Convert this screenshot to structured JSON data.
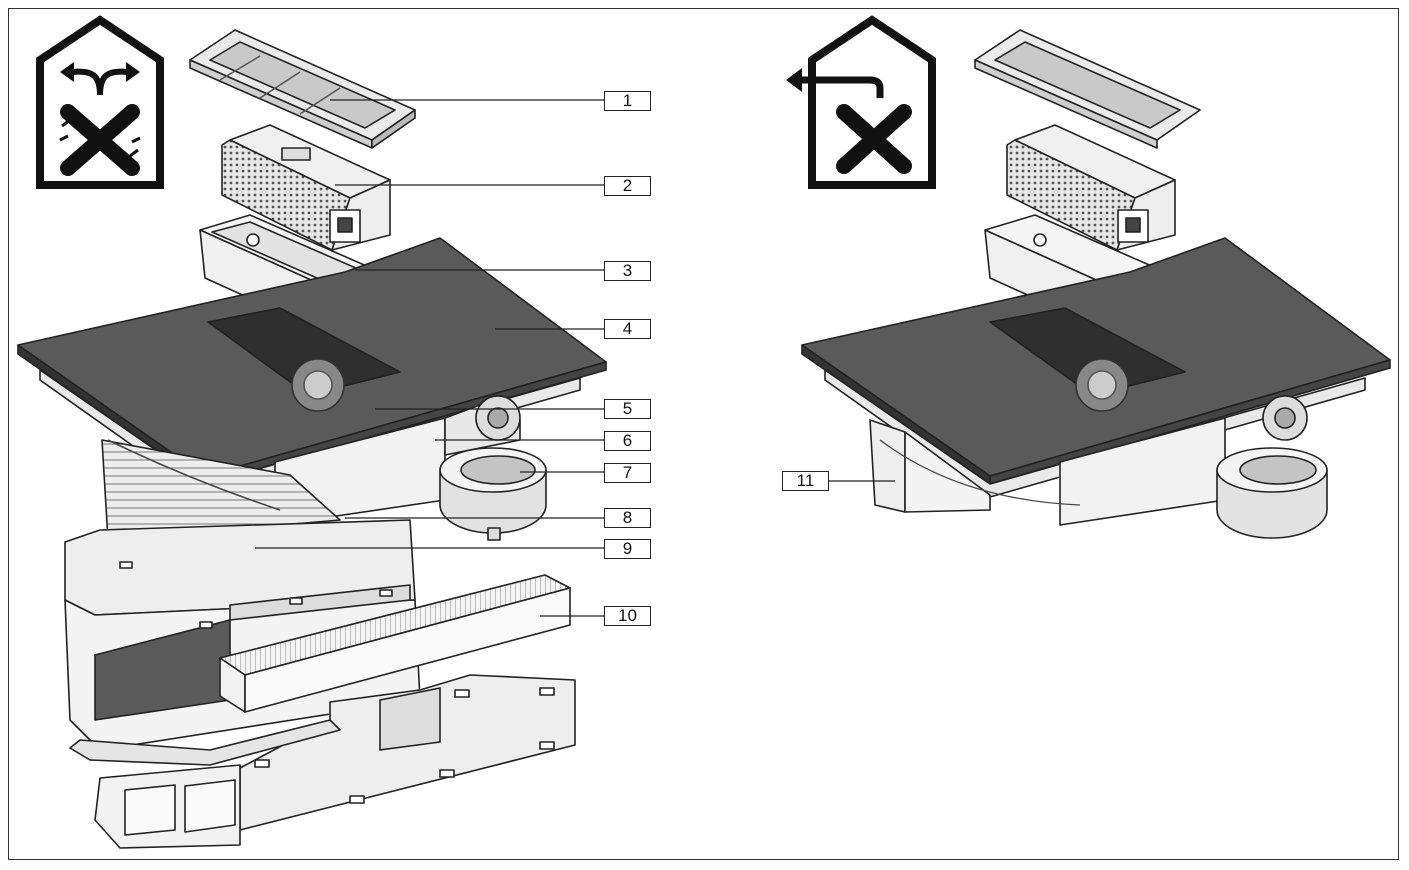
{
  "callouts": {
    "c1": "1",
    "c2": "2",
    "c3": "3",
    "c4": "4",
    "c5": "5",
    "c6": "6",
    "c7": "7",
    "c8": "8",
    "c9": "9",
    "c10": "10",
    "c11": "11"
  },
  "icons": {
    "left": "recirculation-not-allowed-icon",
    "right": "exhaust-not-allowed-icon"
  },
  "colors": {
    "line": "#222222",
    "cooktop": "#555555",
    "part_fill": "#f2f2f2",
    "filter_grey": "#c8c8c8"
  }
}
